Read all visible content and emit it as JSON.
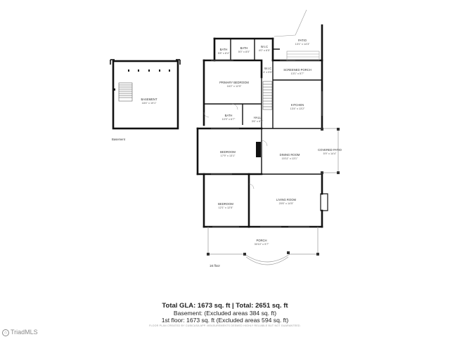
{
  "rooms": {
    "basement": {
      "name": "BASEMENT",
      "dim": "18'4\" x 19'1\""
    },
    "patio": {
      "name": "PATIO",
      "dim": "13'1\" x 14'3\""
    },
    "bath_a": {
      "name": "BATH",
      "dim": "5'8\" x 8'4\""
    },
    "bath_b": {
      "name": "BATH",
      "dim": "5'0\" x 8'0\""
    },
    "wic_top": {
      "name": "W.I.C",
      "dim": "4'0\" x 6'5\""
    },
    "wic_mid": {
      "name": "W.I.C",
      "dim": "4' x 5'5\""
    },
    "screened_porch": {
      "name": "SCREENED PORCH",
      "dim": "13'1\" x 5'7\""
    },
    "primary_bedroom": {
      "name": "PRIMARY BEDROOM",
      "dim": "16'2\" x 12'5\""
    },
    "kitchen": {
      "name": "KITCHEN",
      "dim": "13'4\" x 13'2\""
    },
    "bath_c": {
      "name": "BATH",
      "dim": "10'9\" x 6'7\""
    },
    "hall": {
      "name": "HALL",
      "dim": "3'6\" x 6'7\""
    },
    "bedroom_1": {
      "name": "BEDROOM",
      "dim": "17'9\" x 13'1\""
    },
    "dining_room": {
      "name": "DINING ROOM",
      "dim": "15'11\" x 13'1\""
    },
    "covered_patio": {
      "name": "COVERED PATIO",
      "dim": "5'9\" x 14'4\""
    },
    "bedroom_2": {
      "name": "BEDROOM",
      "dim": "12'1\" x 12'5\""
    },
    "living_room": {
      "name": "LIVING ROOM",
      "dim": "20'6\" x 14'5\""
    },
    "porch": {
      "name": "PORCH",
      "dim": "30'10\" x 9'7\""
    }
  },
  "captions": {
    "basement": "Basement",
    "first_floor": "1st floor"
  },
  "summary": {
    "line1": "Total GLA: 1673 sq. ft | Total: 2651 sq. ft",
    "line2": "Basement: (Excluded areas 384 sq. ft)",
    "line3": "1st floor: 1673 sq. ft (Excluded areas 594 sq. ft)",
    "disclaimer": "FLOOR PLAN CREATED BY CUBICASA APP. MEASUREMENTS DEEMED HIGHLY RELIABLE BUT NOT GUARANTEED."
  },
  "watermark": {
    "icon": "triad-mls-logo-icon",
    "text": "TriadMLS"
  }
}
